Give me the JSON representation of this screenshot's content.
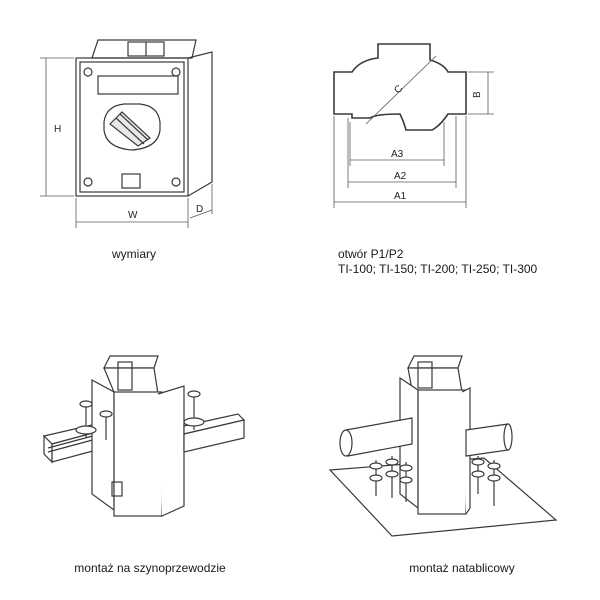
{
  "panels": {
    "dimensions": {
      "caption": "wymiary",
      "labels": {
        "height": "H",
        "width": "W",
        "depth": "D"
      }
    },
    "opening": {
      "caption_line1": "otwór P1/P2",
      "caption_line2": "TI-100; TI-150; TI-200; TI-250; TI-300",
      "labels": {
        "c": "C",
        "b": "B",
        "a3": "A3",
        "a2": "A2",
        "a1": "A1"
      }
    },
    "busbar_mount": {
      "caption": "montaż na szynoprzewodzie"
    },
    "panel_mount": {
      "caption": "montaż natablicowy"
    }
  }
}
